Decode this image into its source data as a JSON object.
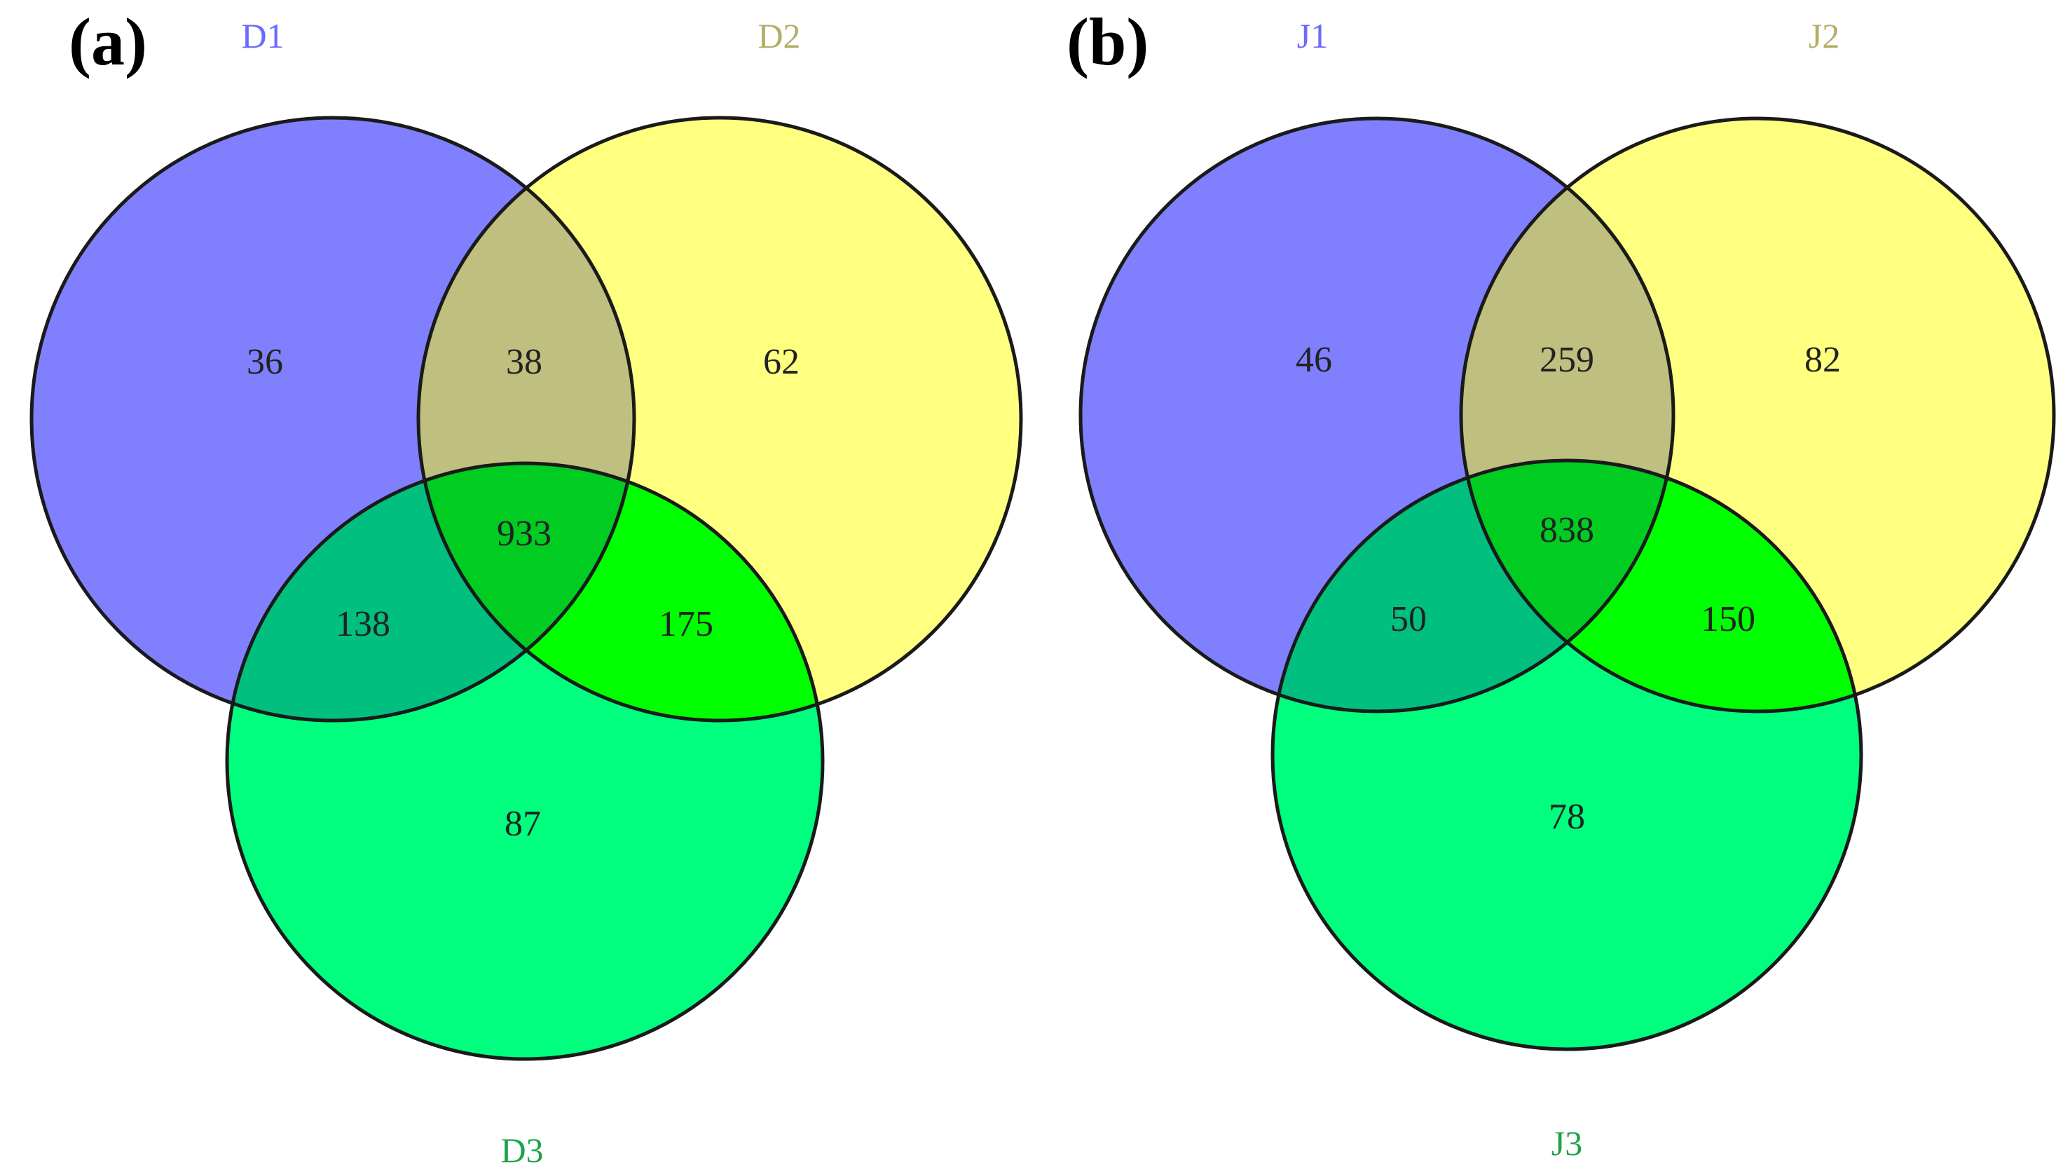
{
  "panels": [
    {
      "label": "(a)",
      "sets": [
        {
          "name": "D1",
          "color": "#8080ff",
          "label_color": "#6b6bff"
        },
        {
          "name": "D2",
          "color": "#ffff80",
          "label_color": "#b3ae66"
        },
        {
          "name": "D3",
          "color": "#00ff7f",
          "label_color": "#1fa34a"
        }
      ],
      "regions": {
        "only_1": "36",
        "only_2": "62",
        "only_3": "87",
        "s12": "38",
        "s13": "138",
        "s23": "175",
        "s123": "933"
      }
    },
    {
      "label": "(b)",
      "sets": [
        {
          "name": "J1",
          "color": "#8080ff",
          "label_color": "#6b6bff"
        },
        {
          "name": "J2",
          "color": "#ffff80",
          "label_color": "#b3ae66"
        },
        {
          "name": "J3",
          "color": "#00ff7f",
          "label_color": "#1fa34a"
        }
      ],
      "regions": {
        "only_1": "46",
        "only_2": "82",
        "only_3": "78",
        "s12": "259",
        "s13": "50",
        "s23": "150",
        "s123": "838"
      }
    }
  ],
  "intersection_colors": {
    "s12": "#bfbf80",
    "s13": "#00bf7f",
    "s23": "#00ff00",
    "s123": "#00cc22"
  }
}
